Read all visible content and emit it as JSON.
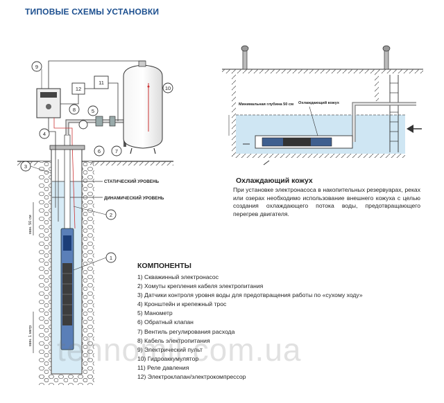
{
  "page_title": "ТИПОВЫЕ СХЕМЫ УСТАНОВКИ",
  "well_labels": {
    "static_level": "СТАТИЧЕСКИЙ УРОВЕНЬ",
    "dynamic_level": "ДИНАМИЧЕСКИЙ УРОВЕНЬ",
    "min_depth": "мин. 50 см",
    "min_bottom": "мин. 1 метр"
  },
  "callouts": [
    "1",
    "2",
    "3",
    "4",
    "5",
    "6",
    "7",
    "8",
    "9",
    "10",
    "11",
    "12"
  ],
  "tank_scheme": {
    "min_depth_label": "Минимальная глубина 50 см",
    "jacket_label": "Охлаждающий кожух"
  },
  "cooling_jacket": {
    "title": "Охлаждающий кожух",
    "text": "При установке электронасоса в накопительных резервуарах, реках или озерах необходимо использование внешнего кожуха с целью создания охлаждающего потока воды, предотвращающего перегрев двигателя."
  },
  "components": {
    "title": "КОМПОНЕНТЫ",
    "items": [
      "1) Скважинный электронасос",
      "2) Хомуты крепления кабеля электропитания",
      "3) Датчики контроля уровня воды для предотвращения работы по «сухому ходу»",
      "4) Кронштейн и крепежный трос",
      "5) Манометр",
      "6) Обратный клапан",
      "7) Вентиль регулирования расхода",
      "8) Кабель электропитания",
      "9) Электрический пульт",
      "10) Гидроаккумулятор",
      "11) Реле давления",
      "12) Электроклапан/электрокомпрессор"
    ]
  },
  "watermark": "tehnomil.com.ua",
  "colors": {
    "title": "#1c4f8f",
    "water": "#cfe6f3",
    "pump": "#2a5fa8",
    "line": "#333333"
  }
}
